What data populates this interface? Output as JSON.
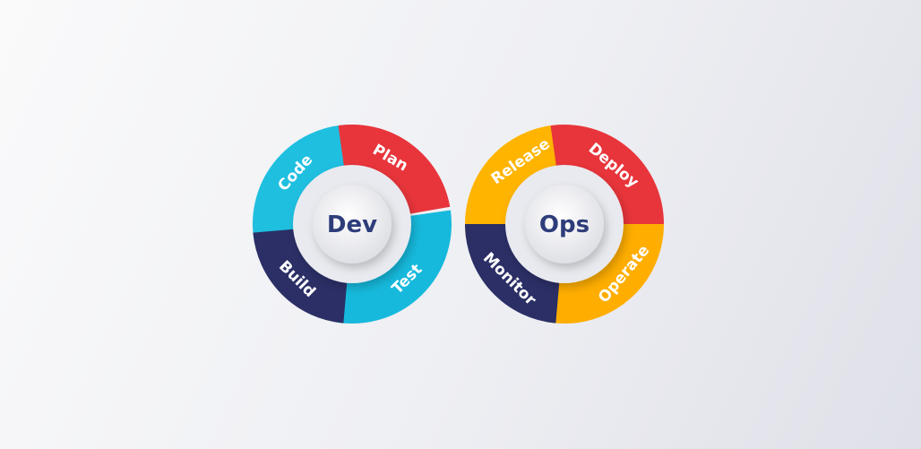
{
  "colors": {
    "cyan": "#1fbfe0",
    "red": "#e8353b",
    "navy": "#2b2f66",
    "yellow": "#ffb400",
    "hub_text": "#2e3d7a"
  },
  "dev": {
    "hub": "Dev",
    "segments": [
      {
        "label": "Code",
        "color": "#1fbfe0"
      },
      {
        "label": "Plan",
        "color": "#e8353b"
      },
      {
        "label": "Test",
        "color": "#16b9dc"
      },
      {
        "label": "Build",
        "color": "#2b2f66"
      }
    ]
  },
  "ops": {
    "hub": "Ops",
    "segments": [
      {
        "label": "Release",
        "color": "#ffb400"
      },
      {
        "label": "Deploy",
        "color": "#e8353b"
      },
      {
        "label": "Operate",
        "color": "#ffae00"
      },
      {
        "label": "Monitor",
        "color": "#2b2f66"
      }
    ]
  }
}
